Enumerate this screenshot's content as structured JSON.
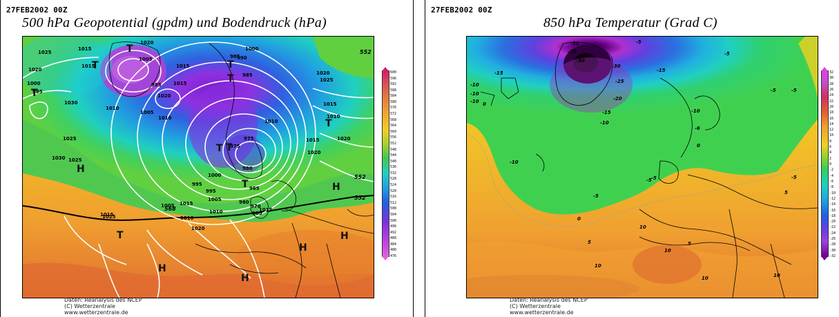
{
  "left": {
    "date": "27FEB2002 00Z",
    "title": "500 hPa Geopotential (gpdm) und Bodendruck (hPa)",
    "credit_line1": "Daten: Reanalysis des NCEP",
    "credit_line2": "(C) Wetterzentrale",
    "credit_line3": "www.wetterzentrale.de",
    "scale_labels": [
      "600",
      "596",
      "592",
      "588",
      "584",
      "580",
      "576",
      "572",
      "568",
      "564",
      "560",
      "556",
      "552",
      "548",
      "544",
      "540",
      "536",
      "532",
      "528",
      "524",
      "520",
      "516",
      "512",
      "508",
      "504",
      "500",
      "496",
      "492",
      "488",
      "484",
      "480",
      "476"
    ],
    "pressure_labels": [
      "1025",
      "1015",
      "1015",
      "1020",
      "1020",
      "1005",
      "1015",
      "1000",
      "995",
      "995",
      "1010",
      "1005",
      "1010",
      "1020",
      "1015",
      "1030",
      "1020",
      "1025",
      "1015",
      "1020",
      "1010",
      "1015",
      "1020",
      "1010",
      "1015",
      "1025",
      "1030",
      "1025",
      "980",
      "975",
      "965",
      "970",
      "980",
      "1000",
      "1005",
      "1010",
      "1015",
      "1020",
      "1025",
      "1010",
      "995",
      "985",
      "990",
      "1000",
      "1015",
      "985",
      "975",
      "995",
      "1005",
      "985"
    ],
    "contour_labels": [
      "552",
      "552",
      "568",
      "552"
    ],
    "markers": [
      "T",
      "T",
      "T",
      "T",
      "T",
      "T",
      "T",
      "T",
      "T",
      "T",
      "H",
      "H",
      "H",
      "H",
      "H",
      "H"
    ]
  },
  "right": {
    "date": "27FEB2002 00Z",
    "title": "850 hPa Temperatur (Grad C)",
    "credit_line1": "Daten: Reanalysis des NCEP",
    "credit_line2": "(C) Wetterzentrale",
    "credit_line3": "www.wetterzentrale.de",
    "scale_labels": [
      "32",
      "30",
      "28",
      "26",
      "24",
      "22",
      "20",
      "18",
      "16",
      "14",
      "12",
      "10",
      "8",
      "6",
      "4",
      "2",
      "0",
      "-2",
      "-4",
      "-6",
      "-8",
      "-10",
      "-12",
      "-14",
      "-16",
      "-18",
      "-20",
      "-22",
      "-24",
      "-26",
      "-28",
      "-30",
      "-32"
    ],
    "temperature_labels": [
      "-30",
      "-35",
      "-30",
      "-30",
      "-25",
      "-20",
      "-15",
      "-15",
      "-10",
      "-10",
      "-5",
      "-5",
      "-10",
      "-15",
      "-10",
      "-6",
      "0",
      "-5",
      "-10",
      "-10",
      "-5",
      "-5",
      "0",
      "5",
      "10",
      "10",
      "5",
      "10",
      "5",
      "10",
      "10",
      "-5",
      "-5",
      "0",
      "-5"
    ]
  },
  "colors": {
    "accent_magenta": "#e040e0",
    "low_purple": "#8a2be2",
    "mid_blue": "#2a7de0",
    "cyan": "#20d0e0",
    "green": "#30c860",
    "yellow": "#f0d020",
    "orange": "#f0a020",
    "red_orange": "#e06030"
  }
}
